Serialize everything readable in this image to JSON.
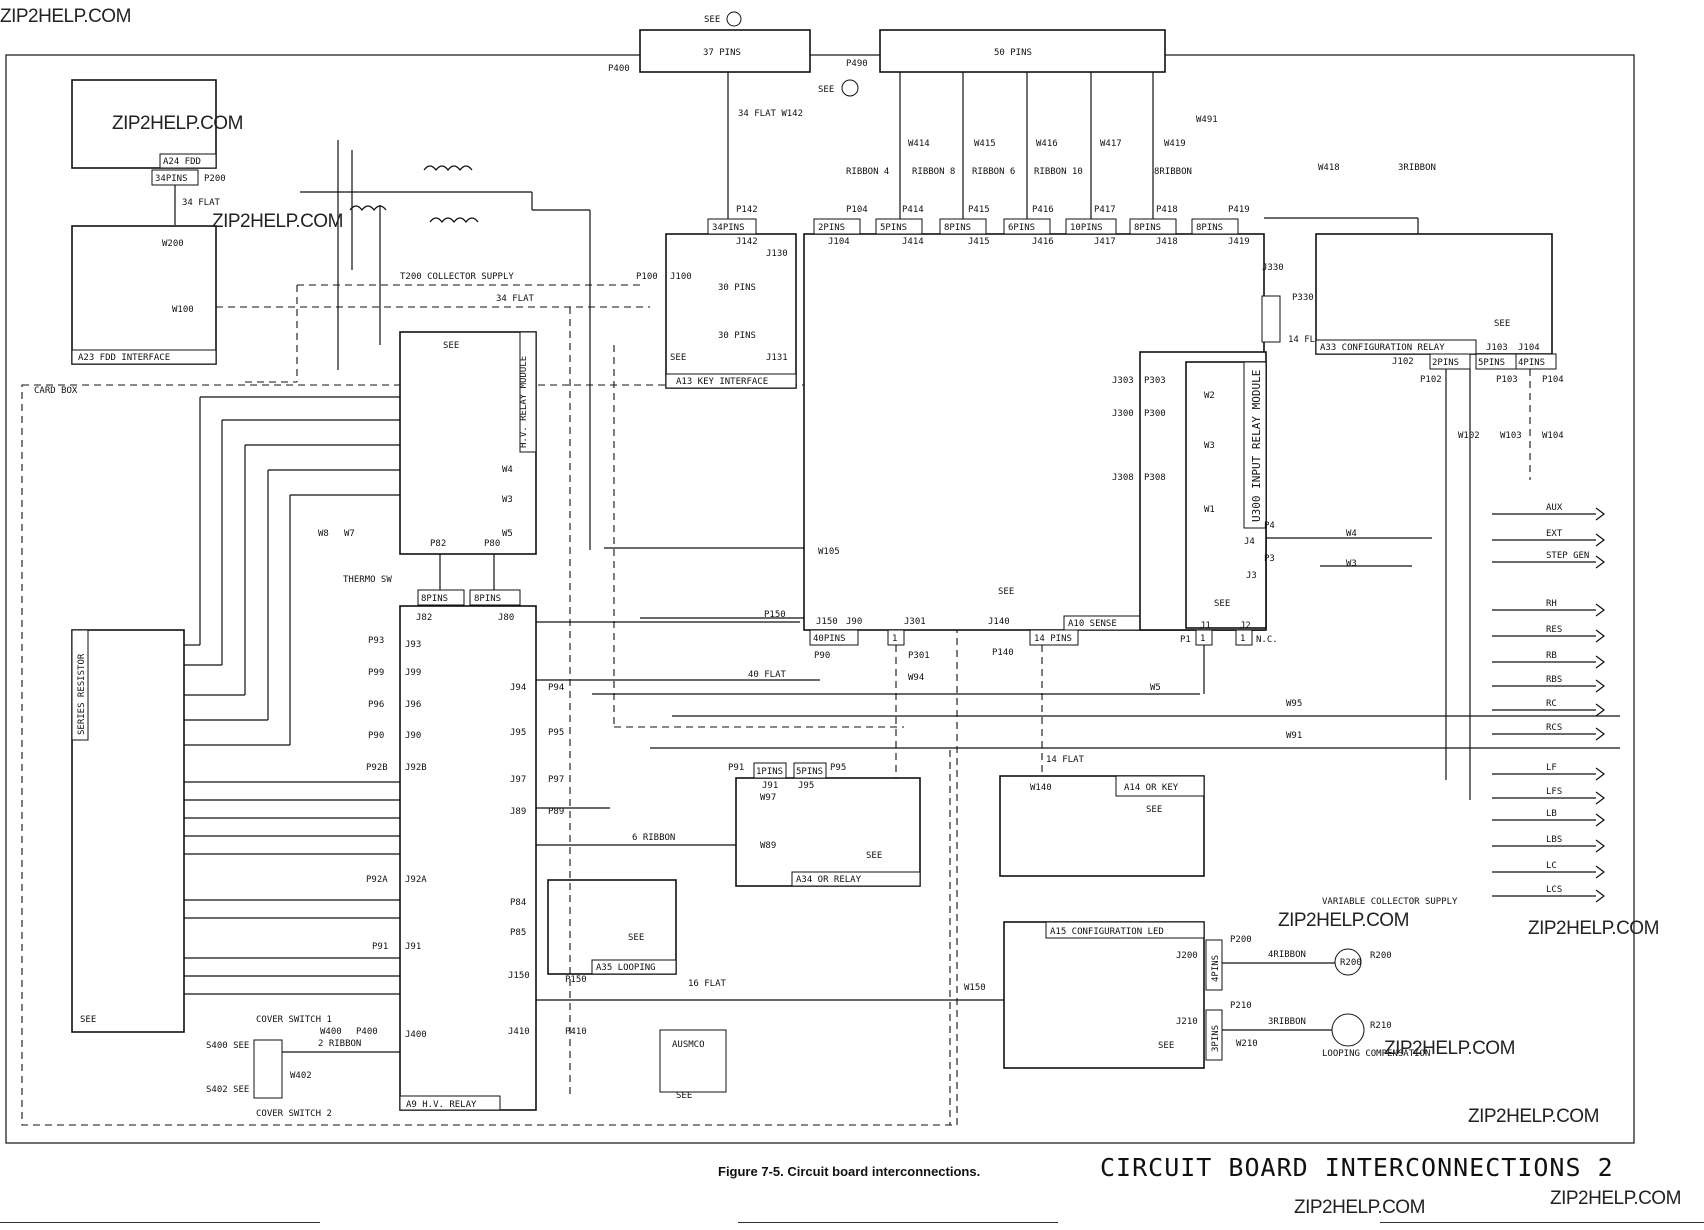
{
  "watermark": "ZIP2HELP.COM",
  "caption": "Figure 7-5. Circuit board interconnections.",
  "title": "CIRCUIT BOARD INTERCONNECTIONS 2",
  "boards": {
    "a24": "A24 FDD",
    "a23": "A23 FDD INTERFACE",
    "a13": "A13 KEY INTERFACE",
    "a10": "A10 SENSE",
    "a9": "A9 H.V. RELAY",
    "a33": "A33 CONFIGURATION RELAY",
    "a34": "A34 OR RELAY",
    "a35": "A35 LOOPING",
    "a14": "A14 OR KEY",
    "a15": "A15 CONFIGURATION LED",
    "hv_module": "H.V. RELAY MODULE",
    "u300": "U300 INPUT RELAY MODULE",
    "series_resistor": "SERIES RESISTOR",
    "card_box": "CARD BOX",
    "t200": "T200 COLLECTOR SUPPLY",
    "therm": "THERMO SW",
    "ausmco": "AUSMCO"
  },
  "header": {
    "see1": "SEE",
    "p400": "P400",
    "pins37": "37 PINS",
    "pins50": "50 PINS",
    "p490": "P490",
    "see26": "SEE"
  },
  "cables": {
    "w142": "34 FLAT\nW142",
    "w414": "W414",
    "w415": "W415",
    "w416": "W416",
    "w417": "W417",
    "w419": "W419",
    "w491": "W491",
    "r4": "RIBBON 4",
    "r8": "RIBBON 8",
    "r6": "RIBBON 6",
    "r10": "RIBBON 10",
    "r8b": "8RIBBON",
    "w418": "W418",
    "r3": "3RIBBON",
    "flat34": "34 FLAT",
    "flat40": "40 FLAT",
    "flat16": "16 FLAT",
    "flat14": "14 FLAT",
    "ribbon6": "6 RIBBON",
    "ribbon2": "2 RIBBON",
    "ribbon4": "4RIBBON",
    "ribbon3": "3RIBBON"
  },
  "pins": {
    "p142": "P142",
    "j142": "J142",
    "pins34": "34PINS",
    "p104": "P104",
    "j104": "J104",
    "pins2": "2PINS",
    "p414": "P414",
    "j414": "J414",
    "pins5": "5PINS",
    "p415": "P415",
    "j415": "J415",
    "pins8": "8PINS",
    "p416": "P416",
    "j416": "J416",
    "pins6": "6PINS",
    "p417": "P417",
    "j417": "J417",
    "pins10": "10PINS",
    "p418": "P418",
    "j418": "J418",
    "p419": "P419",
    "j419": "J419"
  },
  "outputs": [
    "AUX",
    "EXT",
    "STEP GEN",
    "RH",
    "RES",
    "RB",
    "RBS",
    "RC",
    "RCS",
    "LF",
    "LFS",
    "LB",
    "LBS",
    "LC",
    "LCS"
  ],
  "misc": {
    "vcs": "VARIABLE COLLECTOR SUPPLY",
    "loop": "LOOPING COMPENSATION",
    "r200": "R200",
    "r210": "R210",
    "cover1": "COVER SWITCH 1",
    "cover2": "COVER SWITCH 2",
    "s400": "S400 SEE",
    "s402": "S402 SEE",
    "nc": "N.C."
  }
}
